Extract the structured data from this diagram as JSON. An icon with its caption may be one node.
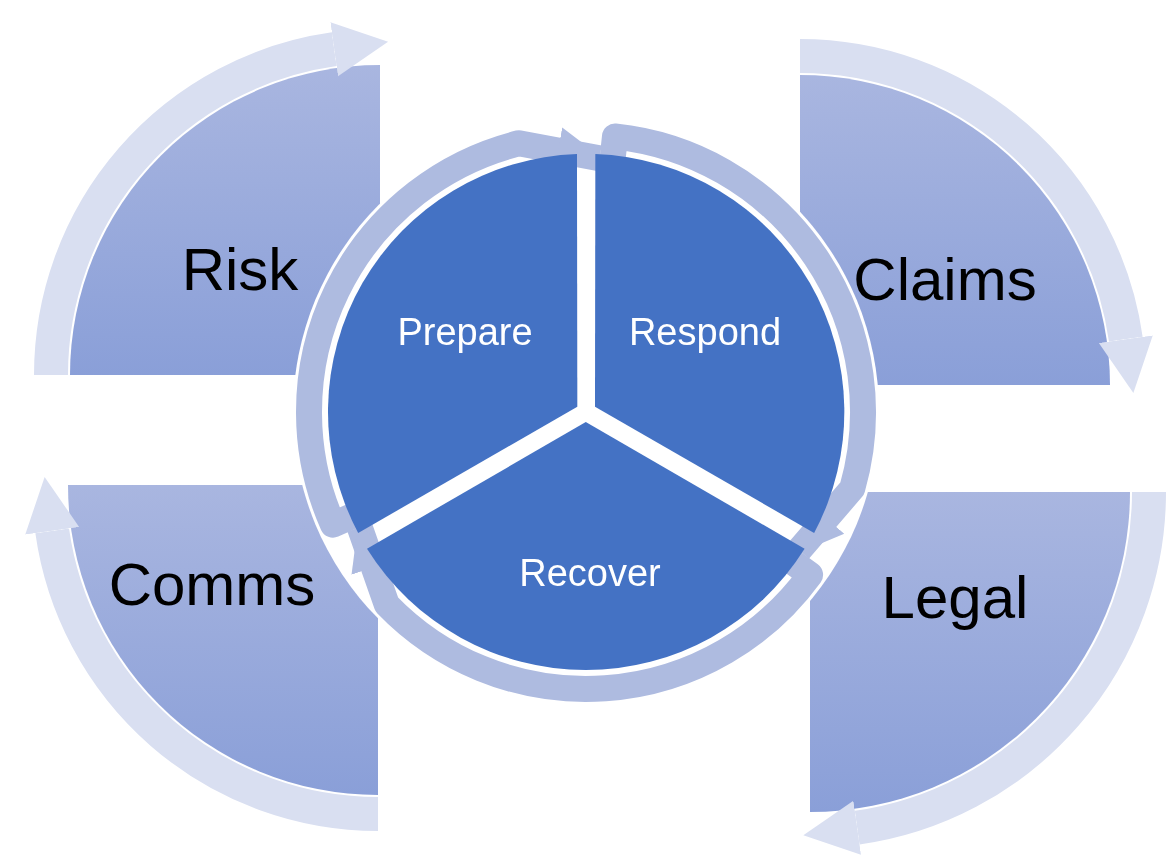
{
  "diagram": {
    "nodes": [
      {
        "text": [
          "Risk"
        ]
      },
      {
        "text": [
          "Claims"
        ]
      },
      {
        "text": [
          "Prepare"
        ]
      },
      {
        "text": [
          "Respond"
        ]
      },
      {
        "text": [
          "Recover"
        ]
      },
      {
        "text": [
          "Comms"
        ]
      },
      {
        "text": [
          "Legal"
        ]
      }
    ],
    "edges": [
      {
        "from": 2,
        "to": 3,
        "arrow": "to"
      },
      {
        "from": 3,
        "to": 4,
        "arrow": "to"
      },
      {
        "from": 4,
        "to": 2,
        "arrow": "to"
      }
    ]
  }
}
